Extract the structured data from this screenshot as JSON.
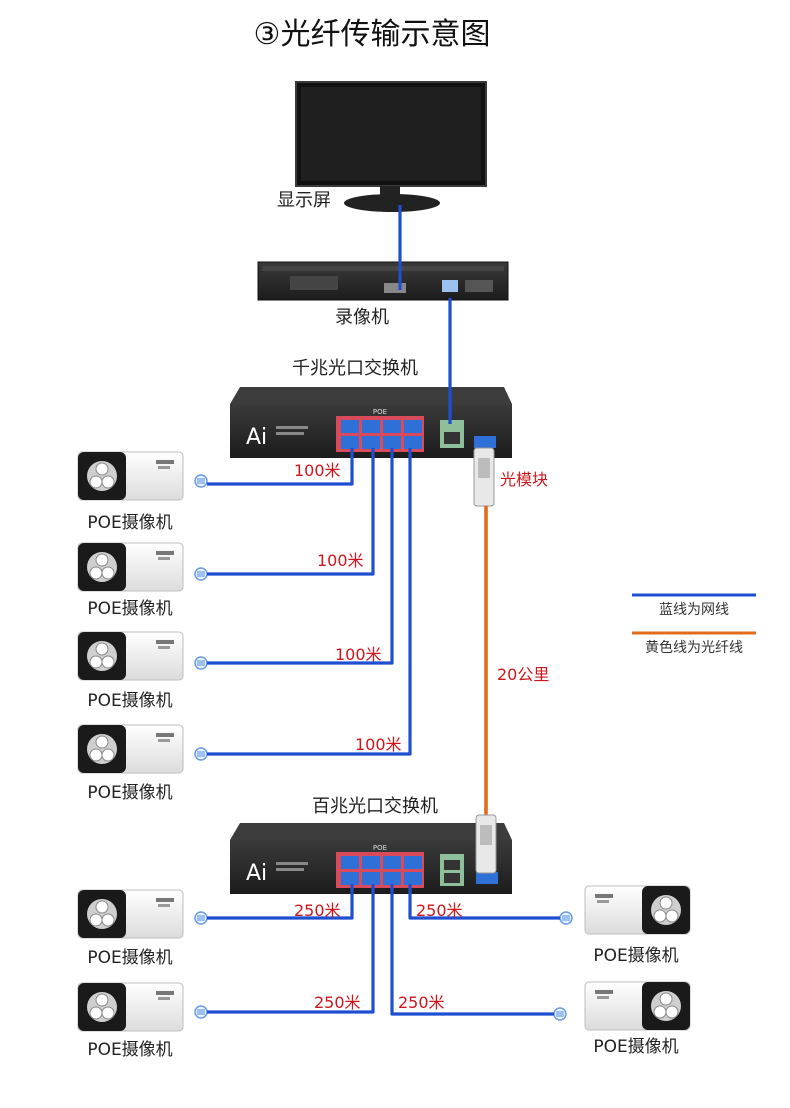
{
  "title": "③光纤传输示意图",
  "devices": {
    "monitor_label": "显示屏",
    "nvr_label": "录像机",
    "gigabit_switch_label": "千兆光口交换机",
    "fast_switch_label": "百兆光口交换机",
    "switch_logo": "Ai",
    "port_panel_label": "POE"
  },
  "fiber_module_label": "光模块",
  "fiber_distance": "20公里",
  "camera_label": "POE摄像机",
  "upper_distances": [
    "100米",
    "100米",
    "100米",
    "100米"
  ],
  "lower_distances": [
    "250米",
    "250米",
    "250米",
    "250米"
  ],
  "legend": {
    "network_cable": "蓝线为网线",
    "fiber_cable": "黄色线为光纤线",
    "network_color": "#1f4fd1",
    "fiber_color": "#e36b1c"
  },
  "colors": {
    "network_cable": "#1f4fd1",
    "fiber_cable": "#e36b1c",
    "distance_text": "#d0151b",
    "device_body": "#2a2a2a"
  }
}
